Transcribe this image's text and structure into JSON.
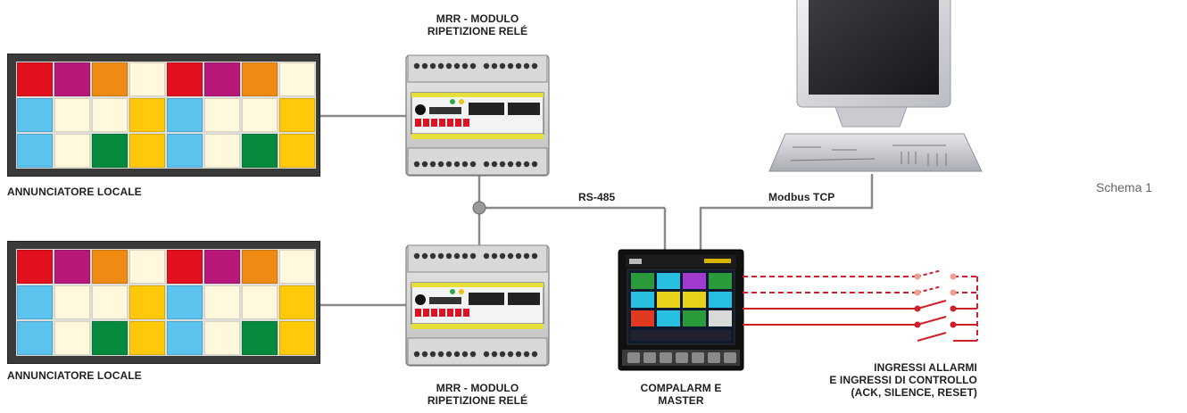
{
  "labels": {
    "annunciator_top": "ANNUNCIATORE LOCALE",
    "annunciator_bottom": "ANNUNCIATORE LOCALE",
    "mrr_top_line1": "MRR - MODULO",
    "mrr_top_line2": "RIPETIZIONE RELÉ",
    "mrr_bottom_line1": "MRR - MODULO",
    "mrr_bottom_line2": "RIPETIZIONE RELÉ",
    "rs485": "RS-485",
    "modbus": "Modbus TCP",
    "compalarm_line1": "COMPALARM E",
    "compalarm_line2": "MASTER",
    "inputs_line1": "INGRESSI ALLARMI",
    "inputs_line2": "E INGRESSI DI CONTROLLO",
    "inputs_line3": "(ACK, SILENCE, RESET)",
    "schema": "Schema 1"
  },
  "colors": {
    "red": "#e2101f",
    "magenta": "#b8187a",
    "orange": "#ef8b12",
    "cream": "#fff8dd",
    "blue": "#5bc3ee",
    "yellow": "#ffc90a",
    "green": "#068a3e",
    "line": "#8a8a8a",
    "alarm_line": "#d0202a"
  },
  "annunciator_colors": [
    [
      "red",
      "magenta",
      "orange",
      "cream",
      "red",
      "magenta",
      "orange",
      "cream"
    ],
    [
      "blue",
      "cream",
      "cream",
      "yellow",
      "blue",
      "cream",
      "cream",
      "yellow"
    ],
    [
      "blue",
      "cream",
      "green",
      "yellow",
      "blue",
      "cream",
      "green",
      "yellow"
    ]
  ]
}
